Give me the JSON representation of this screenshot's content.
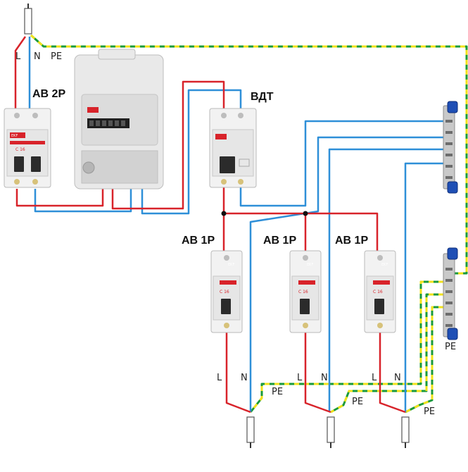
{
  "labels": {
    "input_L": "L",
    "input_N": "N",
    "input_PE": "PE",
    "main_breaker": "АВ 2Р",
    "rcd": "ВДТ",
    "breaker1": "АВ 1Р",
    "breaker2": "АВ 1Р",
    "breaker3": "АВ 1Р",
    "bus_pe": "PE",
    "out1_L": "L",
    "out1_N": "N",
    "out1_PE": "PE",
    "out2_L": "L",
    "out2_N": "N",
    "out2_PE": "PE",
    "out3_L": "L",
    "out3_N": "N",
    "out3_PE": "PE"
  },
  "device_marks": {
    "brand": "EKF",
    "breaker_rating": "C 16"
  },
  "colors": {
    "phase": "#d8232a",
    "neutral": "#2e8fd8",
    "pe_green": "#1a9a3a",
    "pe_yellow": "#f2e21a"
  }
}
